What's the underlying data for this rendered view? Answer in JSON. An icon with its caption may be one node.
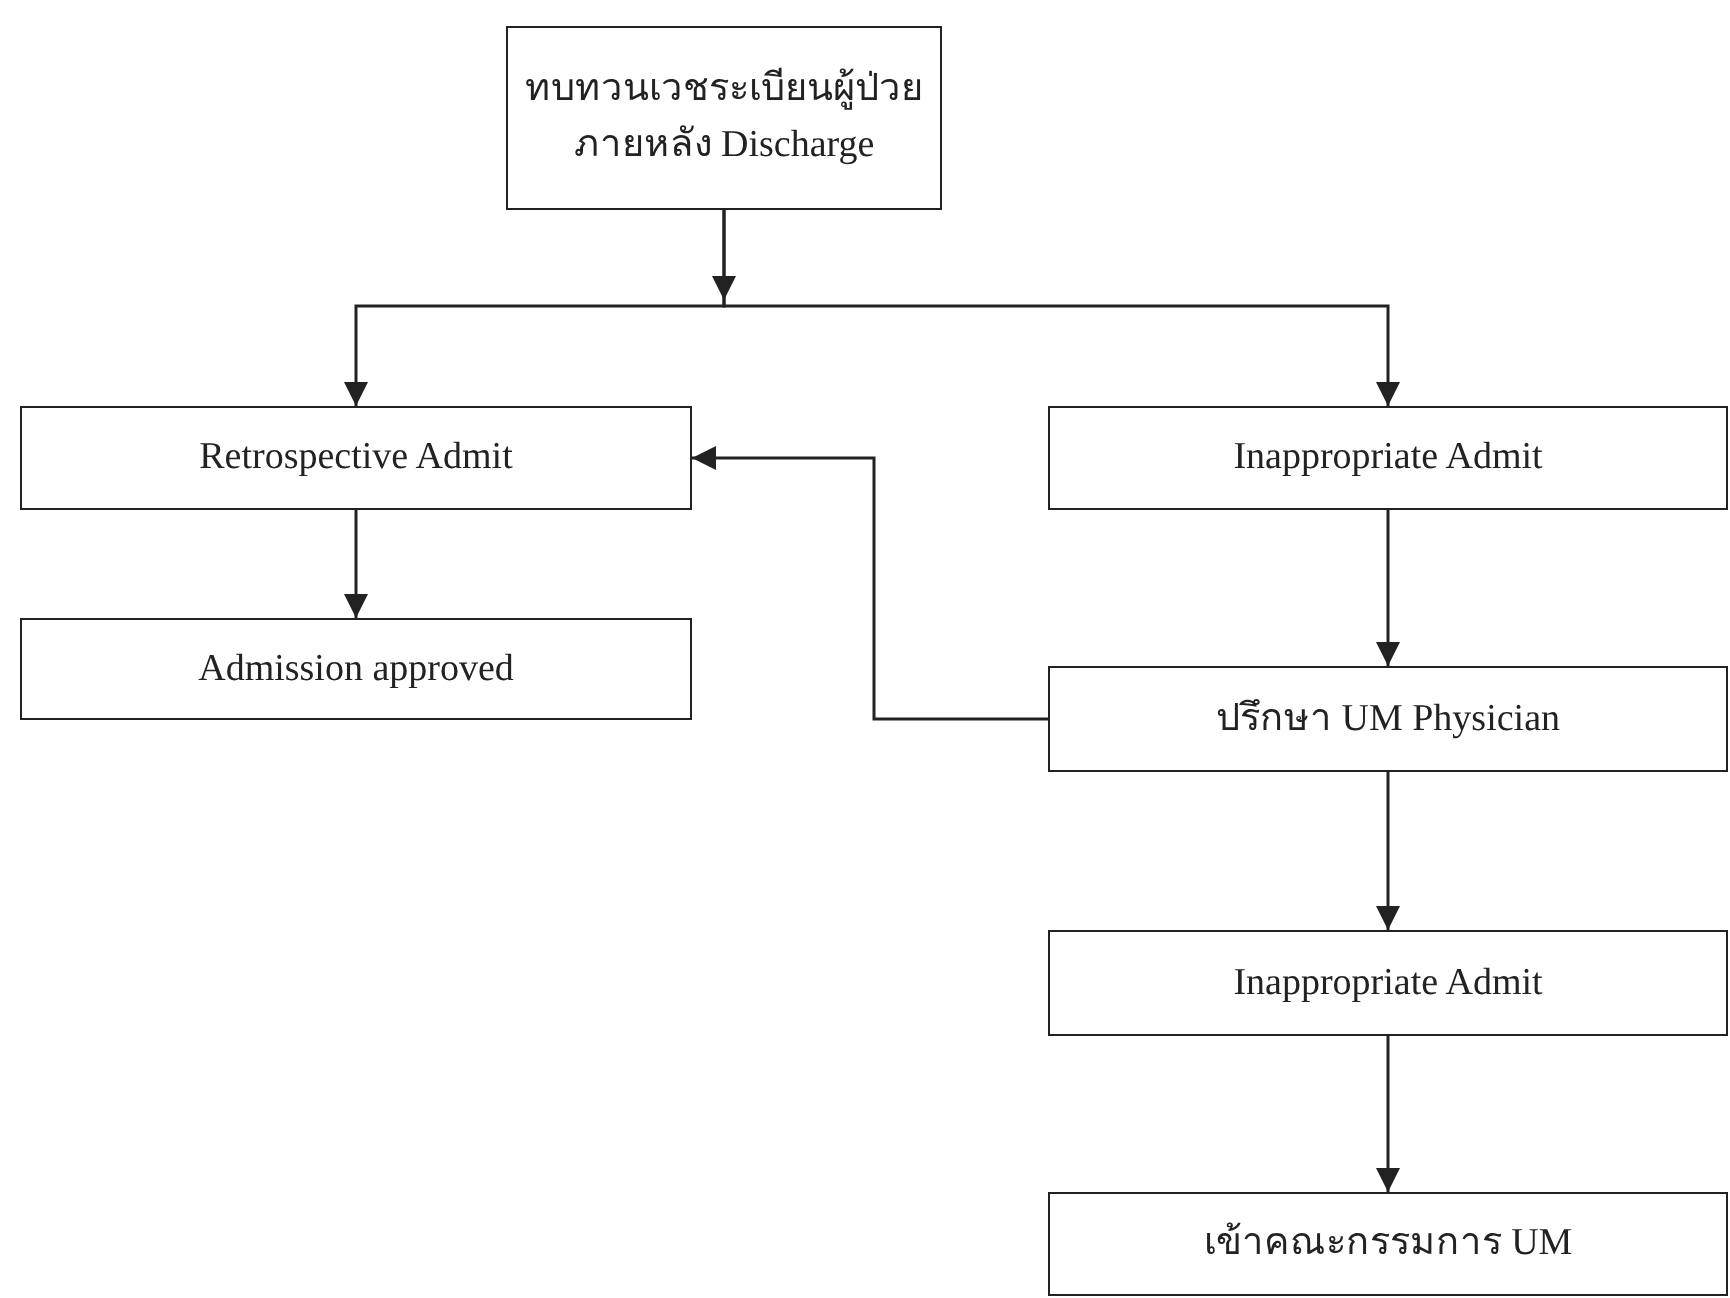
{
  "diagram": {
    "nodes": [
      {
        "text": [
          "ทบทวนเวชระเบียนผู้ป่วย ภายหลัง Discharge"
        ]
      },
      {
        "text": [
          "Retrospective Admit"
        ]
      },
      {
        "text": [
          "Inappropriate Admit"
        ]
      },
      {
        "text": [
          "Admission approved"
        ]
      },
      {
        "text": [
          "ปรึกษา UM Physician"
        ]
      },
      {
        "text": [
          "Inappropriate Admit"
        ]
      },
      {
        "text": [
          "เข้าคณะกรรมการ UM"
        ]
      }
    ],
    "edges": [
      {
        "from": 0,
        "to": 1,
        "arrow": "to"
      },
      {
        "from": 0,
        "to": 2,
        "arrow": "to"
      },
      {
        "from": 1,
        "to": 3,
        "arrow": "to"
      },
      {
        "from": 2,
        "to": 4,
        "arrow": "to"
      },
      {
        "from": 4,
        "to": 1,
        "arrow": "to"
      },
      {
        "from": 4,
        "to": 5,
        "arrow": "to"
      },
      {
        "from": 5,
        "to": 6,
        "arrow": "to"
      }
    ]
  }
}
